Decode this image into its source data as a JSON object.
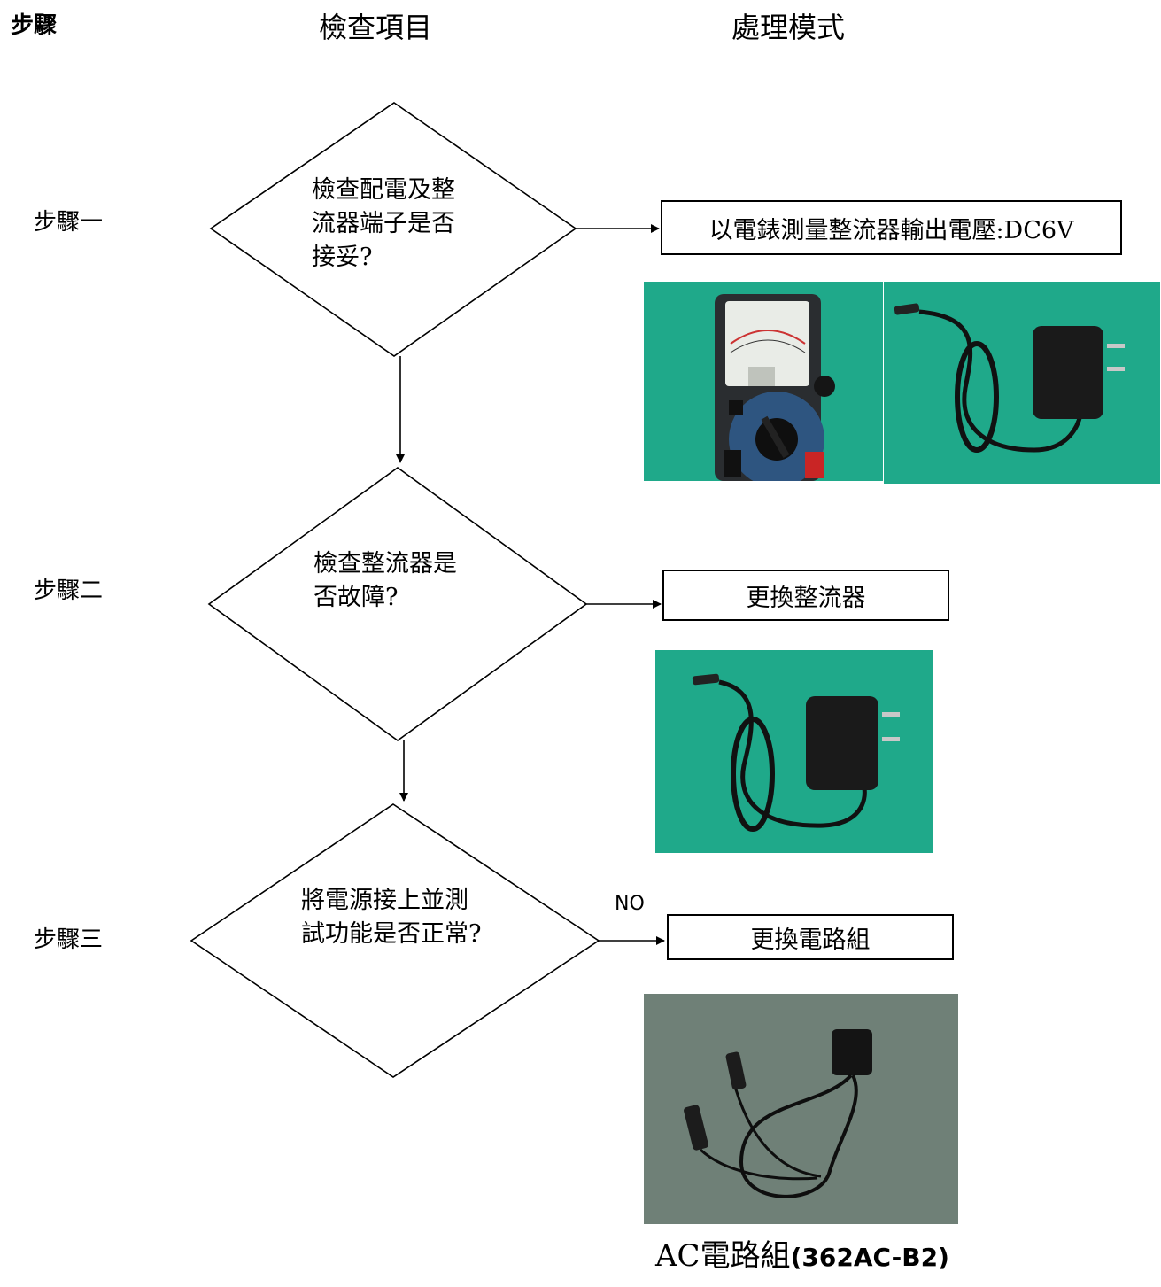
{
  "header": {
    "col_step": "步驟",
    "col_check": "檢查項目",
    "col_action": "處理模式"
  },
  "steps": [
    {
      "label": "步驟一",
      "question_lines": [
        "檢查配電及整",
        "流器端子是否",
        "接妥?"
      ],
      "action": "以電錶測量整流器輸出電壓:DC6V"
    },
    {
      "label": "步驟二",
      "question_lines": [
        "檢查整流器是",
        "否故障?"
      ],
      "action": "更換整流器"
    },
    {
      "label": "步驟三",
      "question_lines": [
        "將電源接上並測",
        "試功能是否正常?"
      ],
      "action": "更換電路組",
      "branch_label": "NO"
    }
  ],
  "caption": {
    "prefix": "AC電路組",
    "model": "(362AC-B2)"
  },
  "colors": {
    "photo_green": "#1fa98a",
    "photo_gray": "#6f8077",
    "line": "#000000"
  }
}
